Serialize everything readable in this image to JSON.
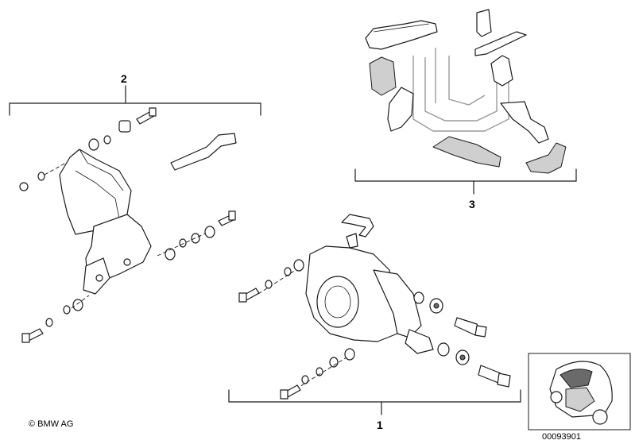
{
  "callouts": [
    {
      "id": "callout-1",
      "label": "1"
    },
    {
      "id": "callout-2",
      "label": "2"
    },
    {
      "id": "callout-3",
      "label": "3"
    }
  ],
  "copyright": "© BMW AG",
  "diagram_number": "00093901",
  "colors": {
    "line": "#1a1a1a",
    "shade": "#cfcfcf",
    "background": "#ffffff"
  }
}
